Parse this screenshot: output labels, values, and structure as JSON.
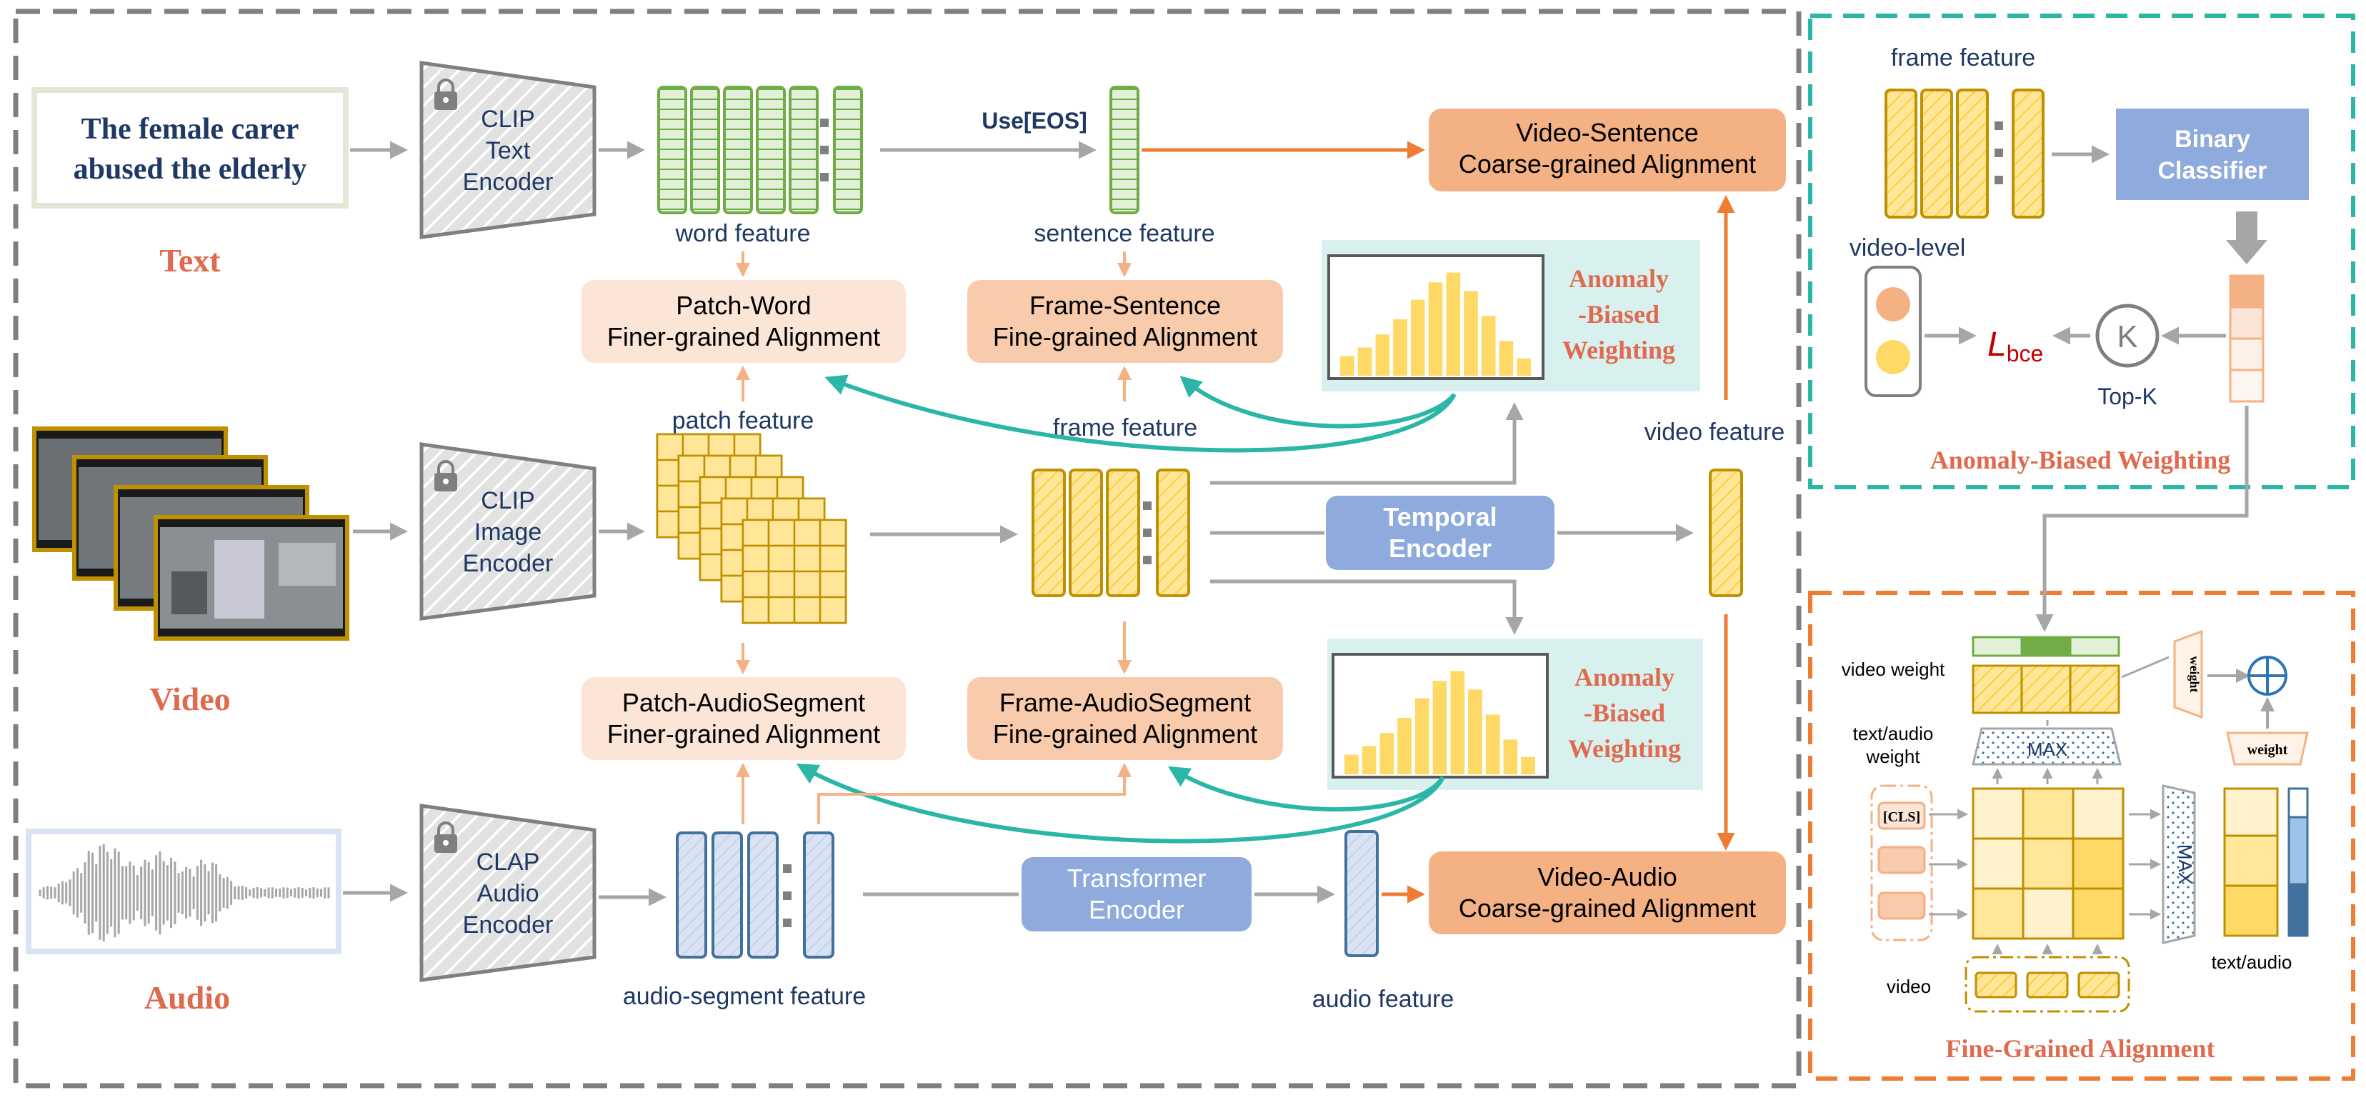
{
  "text_branch": {
    "caption": "The female carer abused the elderly",
    "caption_line1": "The female carer",
    "caption_line2": "abused the elderly",
    "modality_label": "Text",
    "encoder_lines": [
      "CLIP",
      "Text",
      "Encoder"
    ],
    "word_feature_label": "word feature",
    "use_eos_label": "Use[EOS]",
    "sentence_feature_label": "sentence feature"
  },
  "video_branch": {
    "modality_label": "Video",
    "encoder_lines": [
      "CLIP",
      "Image",
      "Encoder"
    ],
    "patch_feature_label": "patch feature",
    "frame_feature_label": "frame feature",
    "temporal_encoder_lines": [
      "Temporal",
      "Encoder"
    ],
    "video_feature_label": "video feature"
  },
  "audio_branch": {
    "modality_label": "Audio",
    "encoder_lines": [
      "CLAP",
      "Audio",
      "Encoder"
    ],
    "segment_feature_label": "audio-segment feature",
    "transformer_encoder_lines": [
      "Transformer",
      "Encoder"
    ],
    "audio_feature_label": "audio feature"
  },
  "alignment_boxes": {
    "video_sentence": [
      "Video-Sentence",
      "Coarse-grained Alignment"
    ],
    "patch_word": [
      "Patch-Word",
      "Finer-grained Alignment"
    ],
    "frame_sentence": [
      "Frame-Sentence",
      "Fine-grained Alignment"
    ],
    "patch_audiosegment": [
      "Patch-AudioSegment",
      "Finer-grained Alignment"
    ],
    "frame_audiosegment": [
      "Frame-AudioSegment",
      "Fine-grained Alignment"
    ],
    "video_audio": [
      "Video-Audio",
      "Coarse-grained Alignment"
    ]
  },
  "anomaly_weighting_labels": [
    "Anomaly",
    "-Biased",
    "Weighting"
  ],
  "histogram_values": [
    0.18,
    0.26,
    0.38,
    0.52,
    0.7,
    0.86,
    0.95,
    0.78,
    0.55,
    0.32,
    0.16
  ],
  "abw_panel": {
    "title": "Anomaly-Biased Weighting",
    "frame_feature_label": "frame feature",
    "classifier_lines": [
      "Binary",
      "Classifier"
    ],
    "video_level_label": "video-level",
    "loss_symbol": "L",
    "loss_subscript": "bce",
    "topk_symbol": "K",
    "topk_label": "Top-K"
  },
  "fga_panel": {
    "title": "Fine-Grained Alignment",
    "video_weight_label": "video weight",
    "text_audio_weight_lines": [
      "text/audio",
      "weight"
    ],
    "max_label": "MAX",
    "weight_label": "weight",
    "cls_label": "[CLS]",
    "video_label": "video",
    "text_audio_label": "text/audio",
    "plus_symbol": "+"
  },
  "colors": {
    "text_red": "#e06a4e",
    "blue_label": "#2c4a70",
    "orange_arrow": "#ee7d33",
    "teal_arrow": "#2bb6a7",
    "coarse_box": "#f4b183",
    "fine_box": "#f8cbad",
    "finer_box": "#fbe5d6",
    "blue_box": "#8faadc",
    "gray_arrow": "#a6a6a6",
    "frame_yellow": "#ffd966",
    "frame_border": "#bf9000",
    "word_green": "#e2efd9",
    "word_border": "#70ad47",
    "audio_blue": "#dae3f3",
    "audio_border": "#41719c",
    "teal_panel": "#2bb6a7",
    "orange_panel": "#ee7d33",
    "loss_red": "#c00000"
  }
}
